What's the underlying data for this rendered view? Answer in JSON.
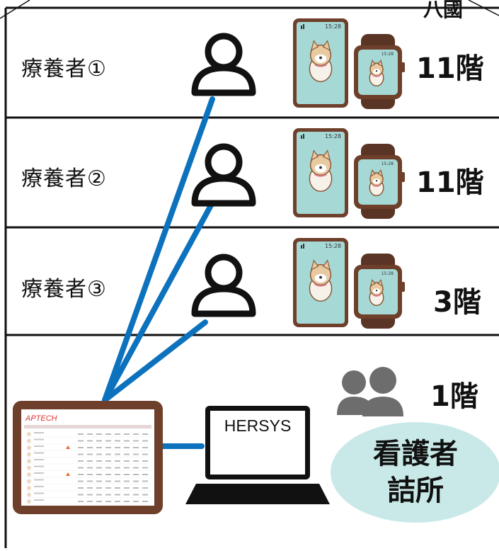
{
  "patients": [
    {
      "label": "療養者①",
      "floor": "11階",
      "time": "15:28"
    },
    {
      "label": "療養者②",
      "floor": "11階",
      "time": "15:28"
    },
    {
      "label": "療養者③",
      "floor": "3階",
      "time": "15:28"
    }
  ],
  "nurse_floor": "1階",
  "laptop_label": "HERSYS",
  "station_lines": [
    "看護者",
    "詰所"
  ],
  "tablet_brand": "APTECH",
  "corner_text": "八國",
  "colors": {
    "link": "#0d72be",
    "tablet_frame": "#6e3f2a",
    "phone_screen": "#a6d9d6",
    "watch_band": "#5a3424",
    "station_bg": "#c9e9e8",
    "group_icon": "#6d6d6d"
  }
}
